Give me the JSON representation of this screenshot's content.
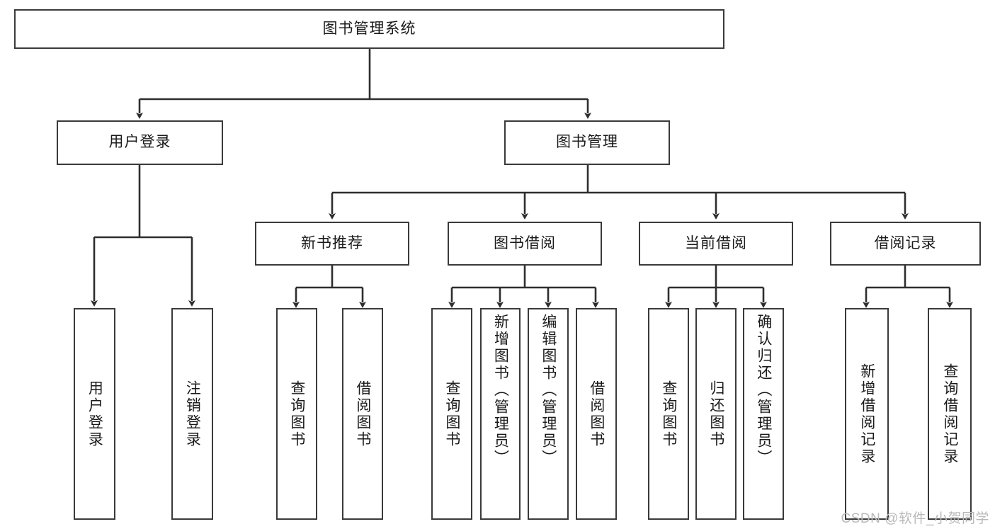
{
  "diagram": {
    "type": "tree-hierarchy",
    "title": "图书管理系统",
    "watermark": "CSDN @软件_小贺同学",
    "colors": {
      "stroke": "#3a3a3a",
      "fill": "#ffffff",
      "text": "#1a1a1a",
      "watermark": "#b9b9b9"
    },
    "root": {
      "label": "图书管理系统"
    },
    "level1": [
      {
        "label": "用户登录"
      },
      {
        "label": "图书管理"
      }
    ],
    "level2": [
      {
        "label": "新书推荐"
      },
      {
        "label": "图书借阅"
      },
      {
        "label": "当前借阅"
      },
      {
        "label": "借阅记录"
      }
    ],
    "leaves": {
      "user_login": [
        {
          "label": "用户登录"
        },
        {
          "label": "注销登录"
        }
      ],
      "new_book": [
        {
          "label": "查询图书"
        },
        {
          "label": "借阅图书"
        }
      ],
      "book_borrow": [
        {
          "label": "查询图书"
        },
        {
          "label": "新增图书（管理员）"
        },
        {
          "label": "编辑图书（管理员）"
        },
        {
          "label": "借阅图书"
        }
      ],
      "current_borrow": [
        {
          "label": "查询图书"
        },
        {
          "label": "归还图书"
        },
        {
          "label": "确认归还（管理员）"
        }
      ],
      "borrow_record": [
        {
          "label": "新增借阅记录"
        },
        {
          "label": "查询借阅记录"
        }
      ]
    }
  }
}
